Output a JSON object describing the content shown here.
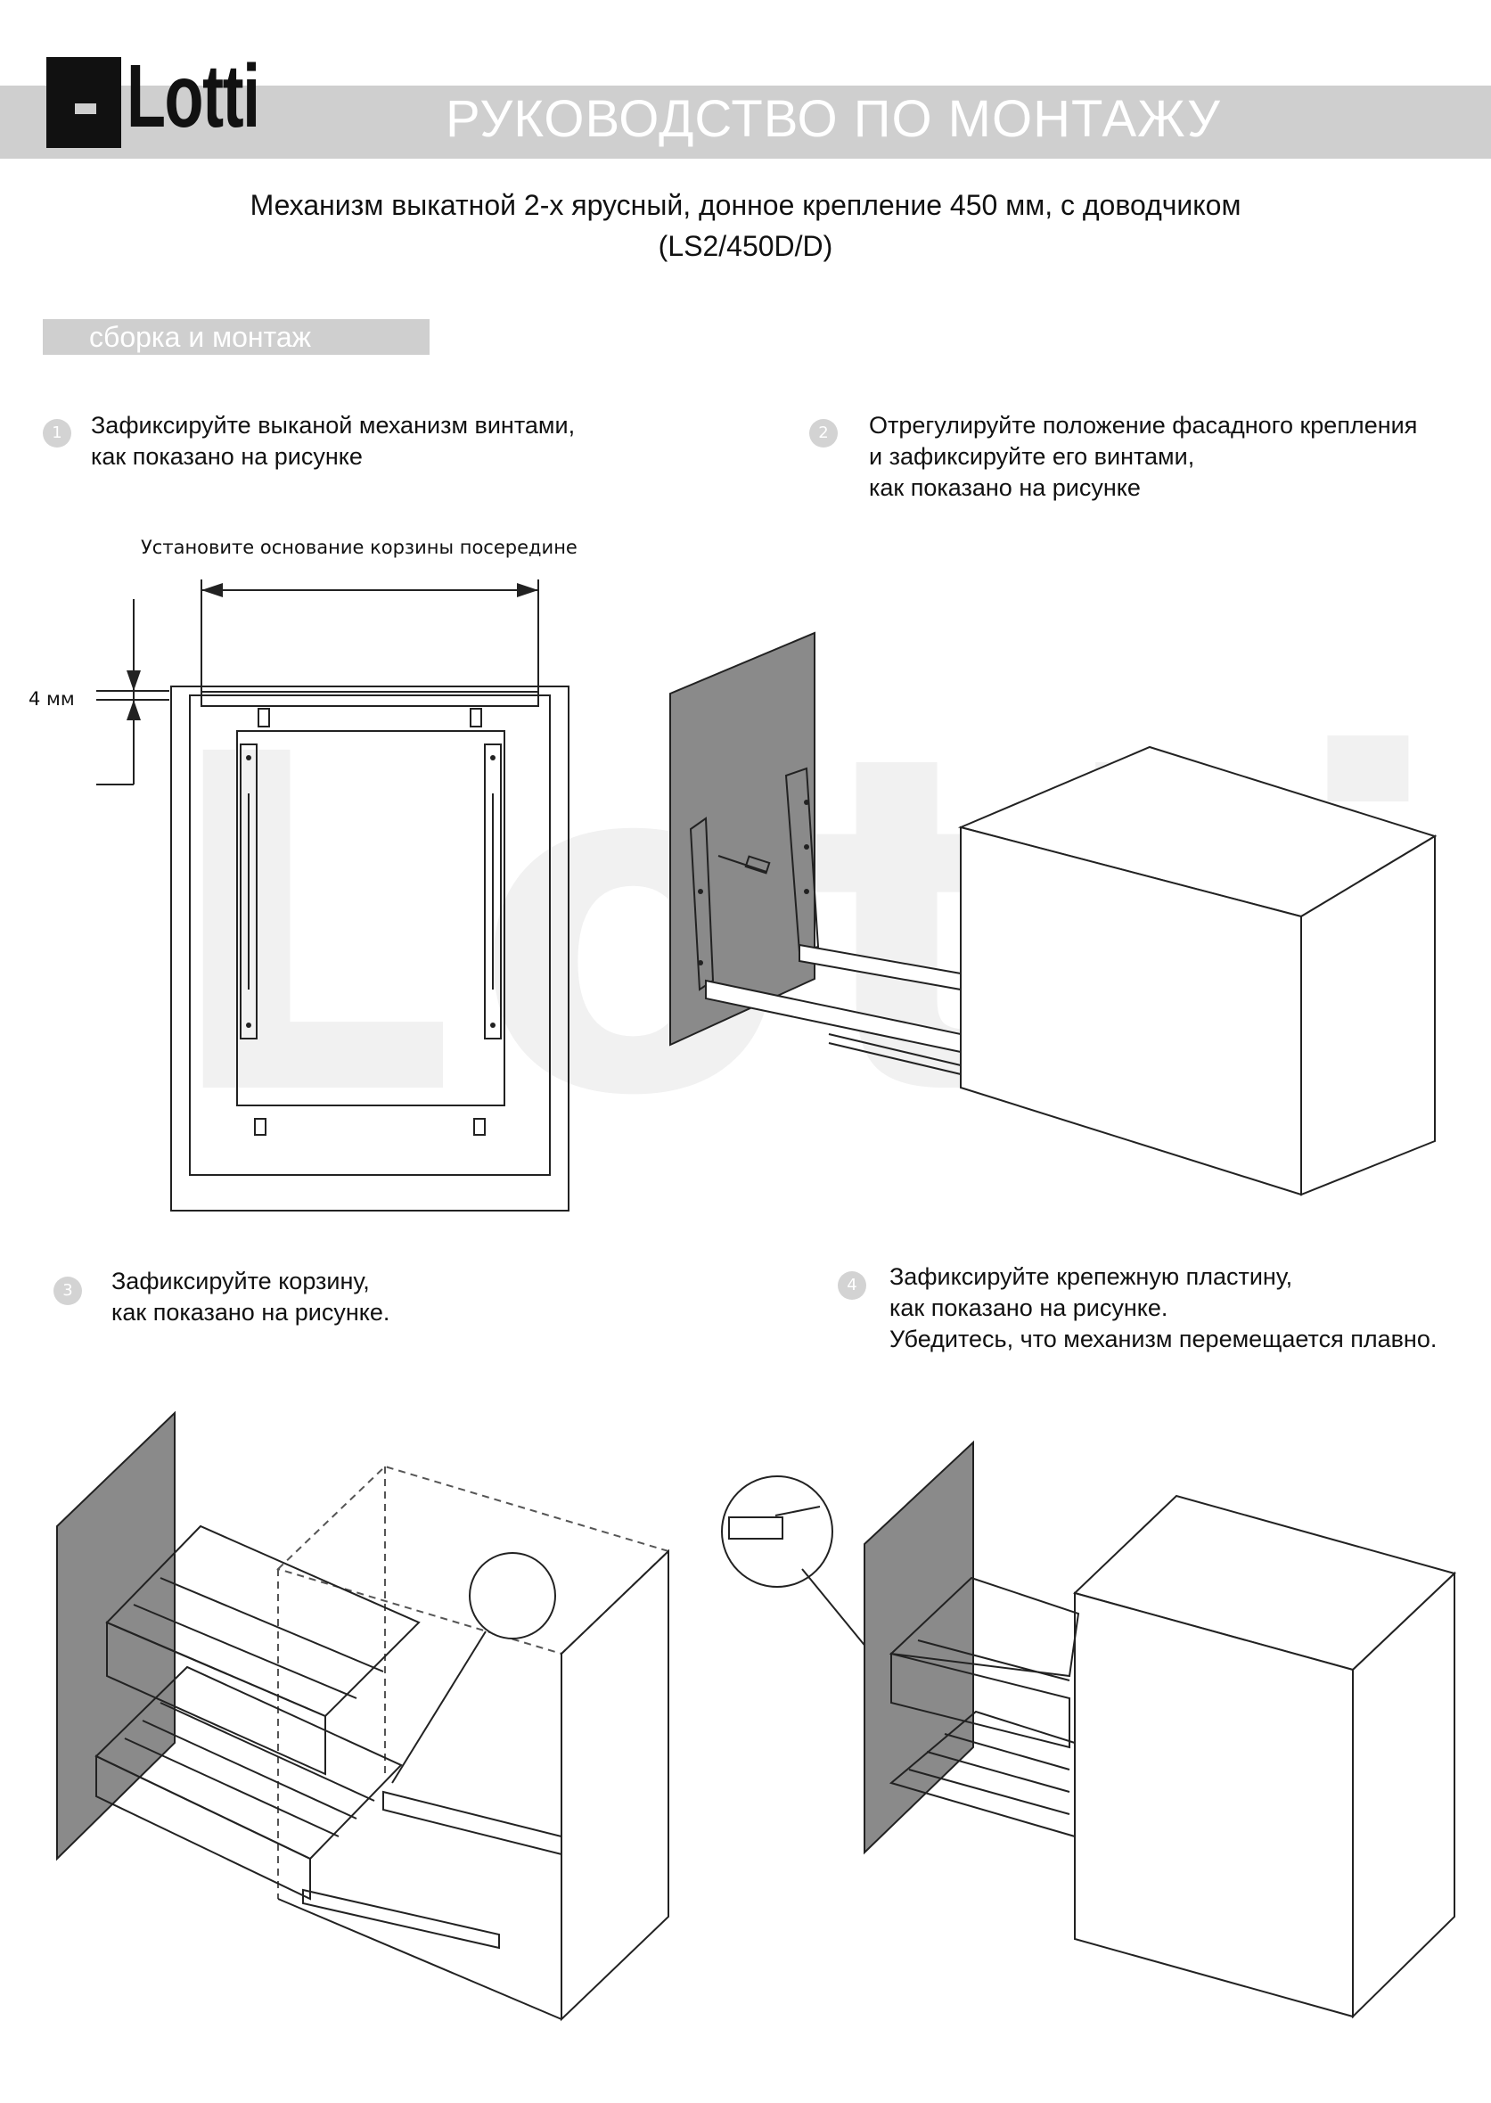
{
  "brand": {
    "logo_text": "Lotti",
    "watermark_text": "Lotti"
  },
  "header": {
    "title": "РУКОВОДСТВО ПО МОНТАЖУ"
  },
  "product": {
    "line1": "Механизм выкатной 2-х ярусный, донное крепление 450 мм, с доводчиком",
    "line2": "(LS2/450D/D)"
  },
  "section": {
    "label": "сборка и монтаж"
  },
  "steps": [
    {
      "number": "1",
      "lines": [
        "Зафиксируйте выканой механизм винтами,",
        "как показано на рисунке"
      ]
    },
    {
      "number": "2",
      "lines": [
        "Отрегулируйте положение фасадного крепления",
        "и зафиксируйте его винтами,",
        "как показано на рисунке"
      ]
    },
    {
      "number": "3",
      "lines": [
        "Зафиксируйте корзину,",
        "как показано на рисунке."
      ]
    },
    {
      "number": "4",
      "lines": [
        "Зафиксируйте крепежную пластину,",
        "как показано на рисунке.",
        "Убедитесь, что механизм перемещается плавно."
      ]
    }
  ],
  "diagram1": {
    "center_label": "Установите   основание  корзины посередине",
    "gap_label": "4 мм"
  },
  "colors": {
    "band": "#cfcfcf",
    "step_circle": "#d3d3d3",
    "watermark": "#f1f1f1"
  }
}
